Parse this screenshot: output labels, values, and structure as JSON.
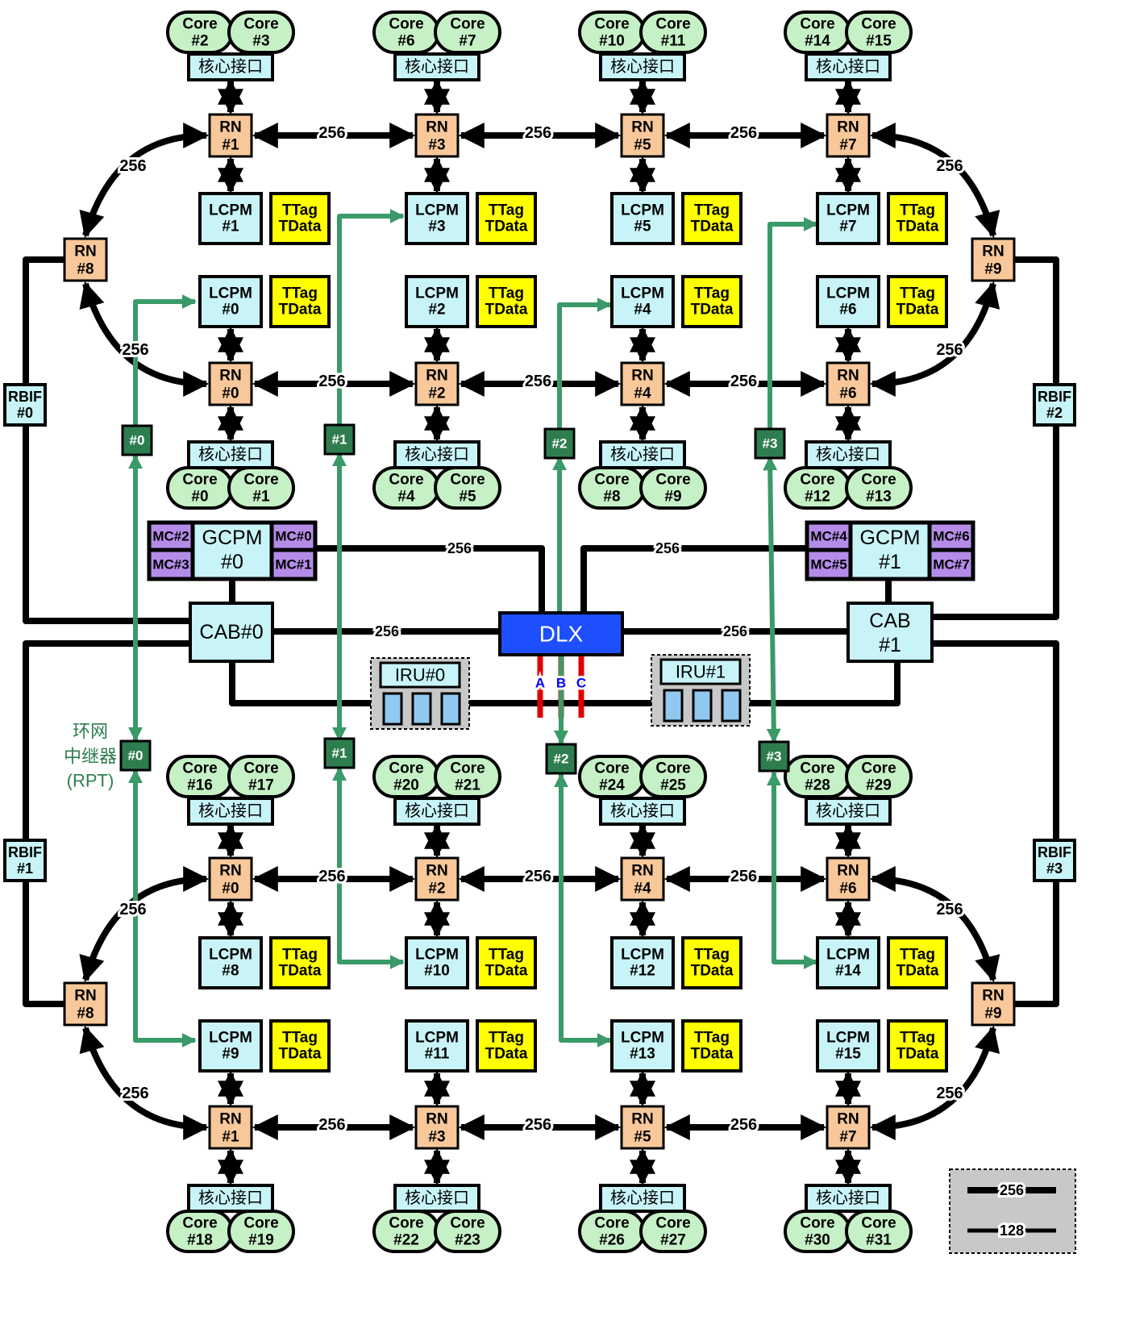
{
  "labels": {
    "core": "Core",
    "iface": "核心接口",
    "rn": "RN",
    "lcpm": "LCPM",
    "ttag": "TTag",
    "tdata": "TData",
    "link_width": "256",
    "gcpm": "GCPM",
    "cab": "CAB",
    "rbif": "RBIF",
    "dlx": "DLX",
    "iru": "IRU",
    "mc": "MC",
    "rpt_line1": "环网",
    "rpt_line2": "中继器",
    "rpt_line3": "(RPT)",
    "dlx_ports": [
      "A",
      "B",
      "C"
    ],
    "legend": [
      "256",
      "128"
    ]
  },
  "top_half": {
    "core_pairs": [
      [
        "#2",
        "#3"
      ],
      [
        "#6",
        "#7"
      ],
      [
        "#10",
        "#11"
      ],
      [
        "#14",
        "#15"
      ],
      [
        "#0",
        "#1"
      ],
      [
        "#4",
        "#5"
      ],
      [
        "#8",
        "#9"
      ],
      [
        "#12",
        "#13"
      ]
    ],
    "ring_top_nodes": [
      "#1",
      "#3",
      "#5",
      "#7"
    ],
    "ring_bottom_nodes": [
      "#0",
      "#2",
      "#4",
      "#6"
    ],
    "side_nodes": [
      "#8",
      "#9"
    ],
    "lcpm_upper": [
      "#1",
      "#3",
      "#5",
      "#7"
    ],
    "lcpm_lower": [
      "#0",
      "#2",
      "#4",
      "#6"
    ],
    "rpt": [
      "#0",
      "#1",
      "#2",
      "#3"
    ],
    "gcpm": [
      {
        "id": "#0",
        "mc": [
          "MC#2",
          "MC#3",
          "MC#0",
          "MC#1"
        ]
      },
      {
        "id": "#1",
        "mc": [
          "MC#4",
          "MC#5",
          "MC#6",
          "MC#7"
        ]
      }
    ],
    "cab": [
      "CAB#0",
      "CAB\n#1"
    ],
    "rbif": [
      "#0",
      "#2"
    ],
    "iru": [
      "IRU#0",
      "IRU#1"
    ]
  },
  "bottom_half": {
    "core_pairs": [
      [
        "#16",
        "#17"
      ],
      [
        "#20",
        "#21"
      ],
      [
        "#24",
        "#25"
      ],
      [
        "#28",
        "#29"
      ],
      [
        "#18",
        "#19"
      ],
      [
        "#22",
        "#23"
      ],
      [
        "#26",
        "#27"
      ],
      [
        "#30",
        "#31"
      ]
    ],
    "ring_top_nodes": [
      "#0",
      "#2",
      "#4",
      "#6"
    ],
    "ring_bottom_nodes": [
      "#1",
      "#3",
      "#5",
      "#7"
    ],
    "side_nodes": [
      "#8",
      "#9"
    ],
    "lcpm_upper": [
      "#8",
      "#10",
      "#12",
      "#14"
    ],
    "lcpm_lower": [
      "#9",
      "#11",
      "#13",
      "#15"
    ],
    "rpt": [
      "#0",
      "#1",
      "#2",
      "#3"
    ],
    "rbif": [
      "#1",
      "#3"
    ]
  },
  "colors": {
    "core": "#c6f0c6",
    "iface": "#c8f4f8",
    "rn": "#f8c89a",
    "lcpm": "#c8f4f8",
    "ttag": "#ffff00",
    "mc": "#b48ce8",
    "dlx": "#1e4fff",
    "rpt": "#2e7d4f",
    "green_line": "#3a9a68",
    "port_line": "#e00000",
    "port_label": "#0000ff"
  }
}
